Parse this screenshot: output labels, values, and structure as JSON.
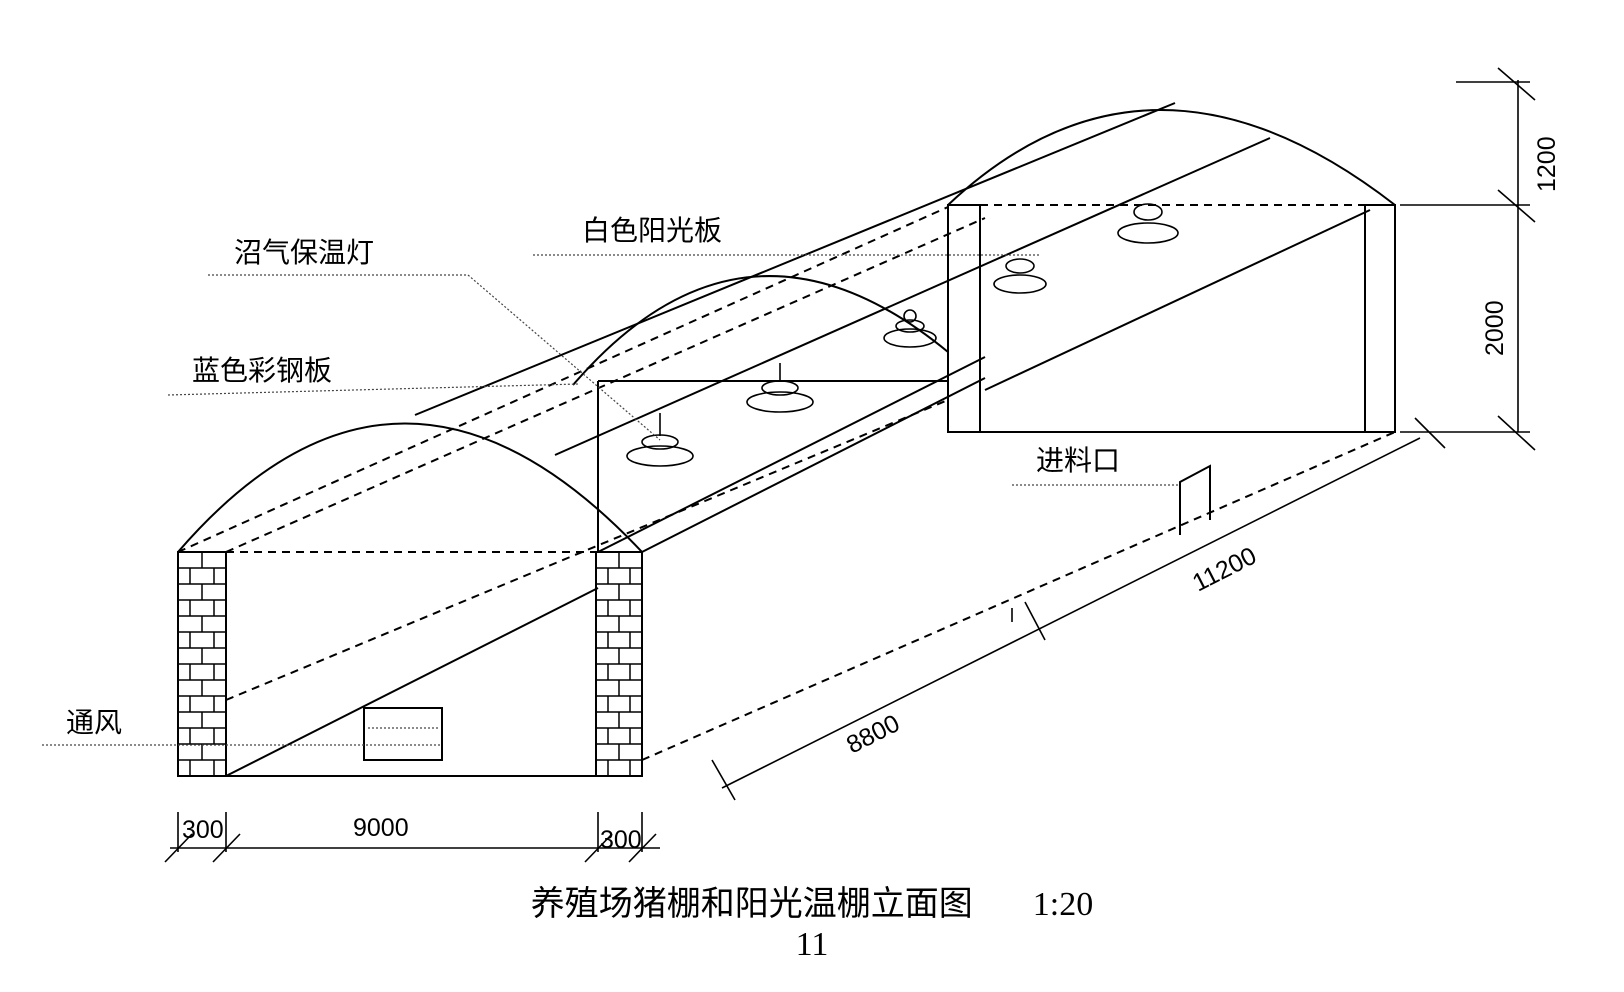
{
  "labels": {
    "white_panel": "白色阳光板",
    "biogas_lamp": "沼气保温灯",
    "blue_steel": "蓝色彩钢板",
    "feed_port": "进料口",
    "ventilation": "通风"
  },
  "dimensions": {
    "wall_left": "300",
    "span": "9000",
    "wall_right": "300",
    "length_front": "8800",
    "length_total": "11200",
    "wall_height": "2000",
    "arch_height": "1200"
  },
  "caption": {
    "title": "养殖场猪棚和阳光温棚立面图",
    "scale": "1:20"
  },
  "page_number": "11"
}
